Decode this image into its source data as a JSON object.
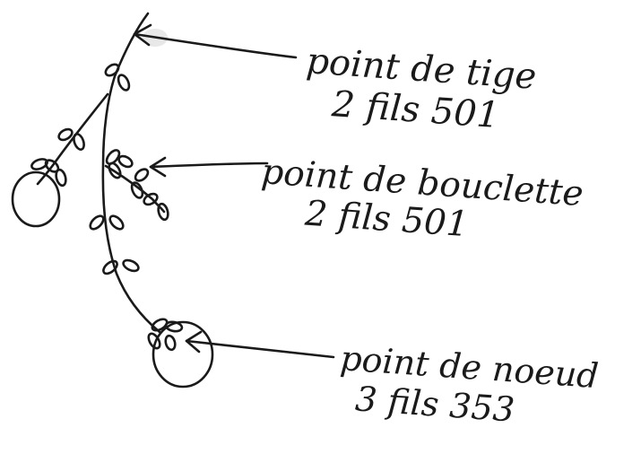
{
  "annotations": [
    {
      "id": "stem",
      "line1": "point de tige",
      "line2": "2 fils 501"
    },
    {
      "id": "loop",
      "line1": "point de bouclette",
      "line2": "2 fils 501"
    },
    {
      "id": "knot",
      "line1": "point de noeud",
      "line2": "3 fils 353"
    }
  ],
  "colors": {
    "ink": "#1a1a1a",
    "paper": "#ffffff"
  }
}
